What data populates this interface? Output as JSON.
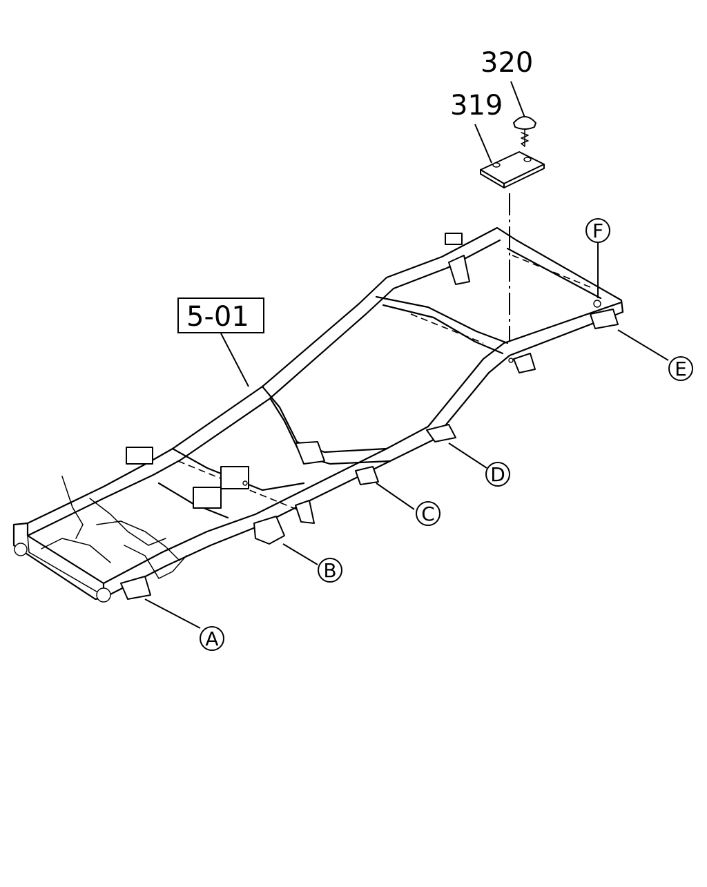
{
  "diagram": {
    "part_labels": {
      "frame_assembly": "5-01",
      "plate": "319",
      "screw": "320"
    },
    "callouts": [
      "A",
      "B",
      "C",
      "D",
      "E",
      "F"
    ]
  }
}
